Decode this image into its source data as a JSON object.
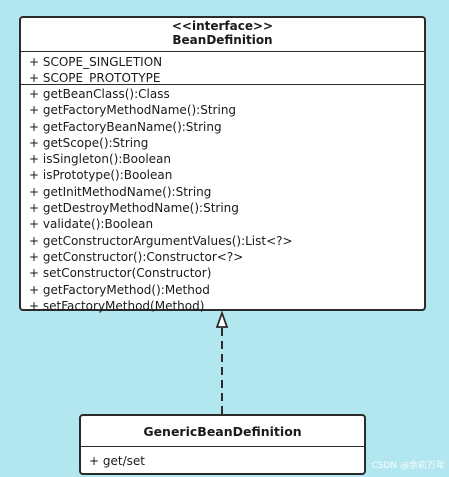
{
  "interface_class": {
    "stereotype": "<<interface>>",
    "name": "BeanDefinition",
    "fields": [
      "+ SCOPE_SINGLETION",
      "+ SCOPE_PROTOTYPE"
    ],
    "methods": [
      "+ getBeanClass():Class",
      "+ getFactoryMethodName():String",
      "+ getFactoryBeanName():String",
      "+ getScope():String",
      "+ isSingleton():Boolean",
      "+ isPrototype():Boolean",
      "+ getInitMethodName():String",
      "+ getDestroyMethodName():String",
      "+ validate():Boolean",
      "+ getConstructorArgumentValues():List<?>",
      "+ getConstructor():Constructor<?>",
      "+ setConstructor(Constructor)",
      "+ getFactoryMethod():Method",
      "+ setFactoryMethod(Method)"
    ]
  },
  "impl_class": {
    "name": "GenericBeanDefinition",
    "methods": [
      "+ get/set"
    ]
  },
  "relationship": {
    "type": "realization",
    "from": "GenericBeanDefinition",
    "to": "BeanDefinition"
  },
  "watermark": "CSDN @余俞万年",
  "colors": {
    "background": "#b3e7f0",
    "box_fill": "#ffffff",
    "line": "#2b2b2b"
  }
}
